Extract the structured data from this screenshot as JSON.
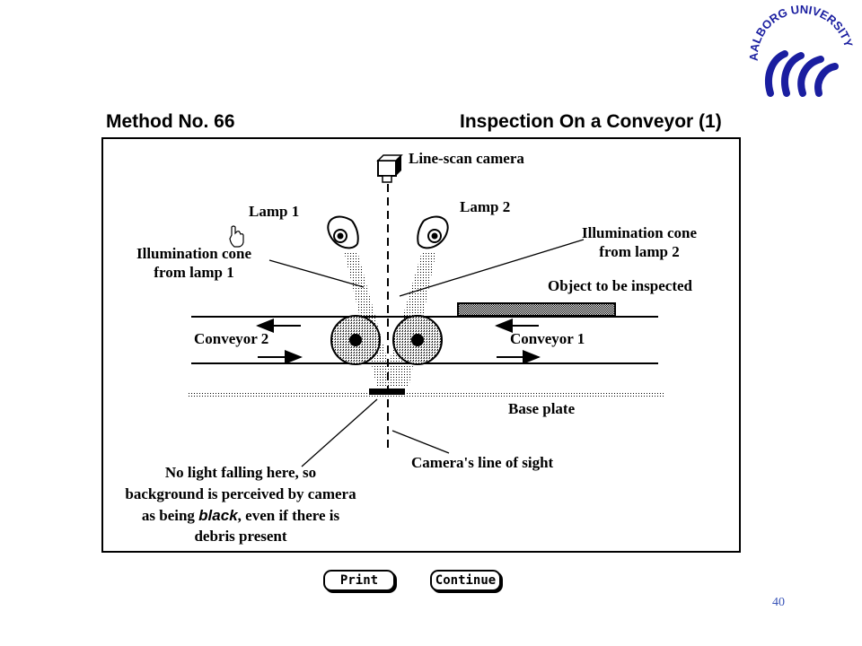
{
  "logo": {
    "text": "AALBORG UNIVERSITY",
    "color": "#1a1ea0"
  },
  "header": {
    "method": "Method No. 66",
    "title": "Inspection On a Conveyor (1)"
  },
  "diagram": {
    "camera": "Line-scan camera",
    "lamp1": "Lamp 1",
    "lamp2": "Lamp 2",
    "cone1_l1": "Illumination cone",
    "cone1_l2": "from lamp 1",
    "cone2_l1": "Illumination cone",
    "cone2_l2": "from lamp 2",
    "object": "Object to be inspected",
    "conveyor2": "Conveyor 2",
    "conveyor1": "Conveyor 1",
    "baseplate": "Base plate",
    "sight": "Camera's line of sight",
    "note_l1": "No light falling here, so",
    "note_l2": "background is perceived by camera",
    "note_l3a": "as being ",
    "note_l3b": "black",
    "note_l3c": ", even if there is",
    "note_l4": "debris present"
  },
  "buttons": {
    "print": "Print",
    "continue": "Continue"
  },
  "page_number": "40"
}
